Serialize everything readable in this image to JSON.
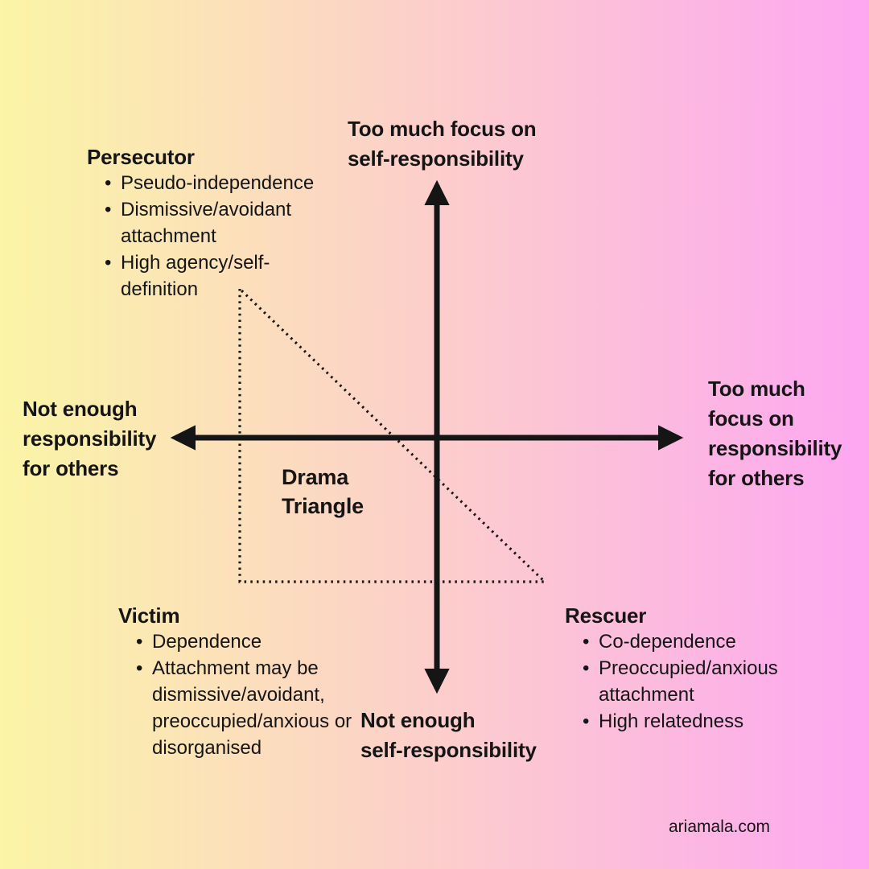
{
  "colors": {
    "background_left": "#fbf5a6",
    "background_right": "#fda7f1",
    "ink": "#151515"
  },
  "diagram": {
    "title": "Drama\nTriangle",
    "axis_labels": {
      "top": "Too much focus on\nself-responsibility",
      "bottom": "Not enough\nself-responsibility",
      "left": "Not enough\nresponsibility\nfor others",
      "right": "Too much\nfocus on\nresponsibility\nfor others"
    },
    "quadrants": {
      "persecutor": {
        "title": "Persecutor",
        "bullets": [
          "Pseudo-independence",
          "Dismissive/avoidant\nattachment",
          "High agency/self-\ndefinition"
        ]
      },
      "victim": {
        "title": "Victim",
        "bullets": [
          "Dependence",
          "Attachment may be\ndismissive/avoidant,\npreoccupied/anxious or\ndisorganised"
        ]
      },
      "rescuer": {
        "title": "Rescuer",
        "bullets": [
          "Co-dependence",
          "Preoccupied/anxious\nattachment",
          "High relatedness"
        ]
      }
    },
    "watermark": "ariamala.com"
  }
}
